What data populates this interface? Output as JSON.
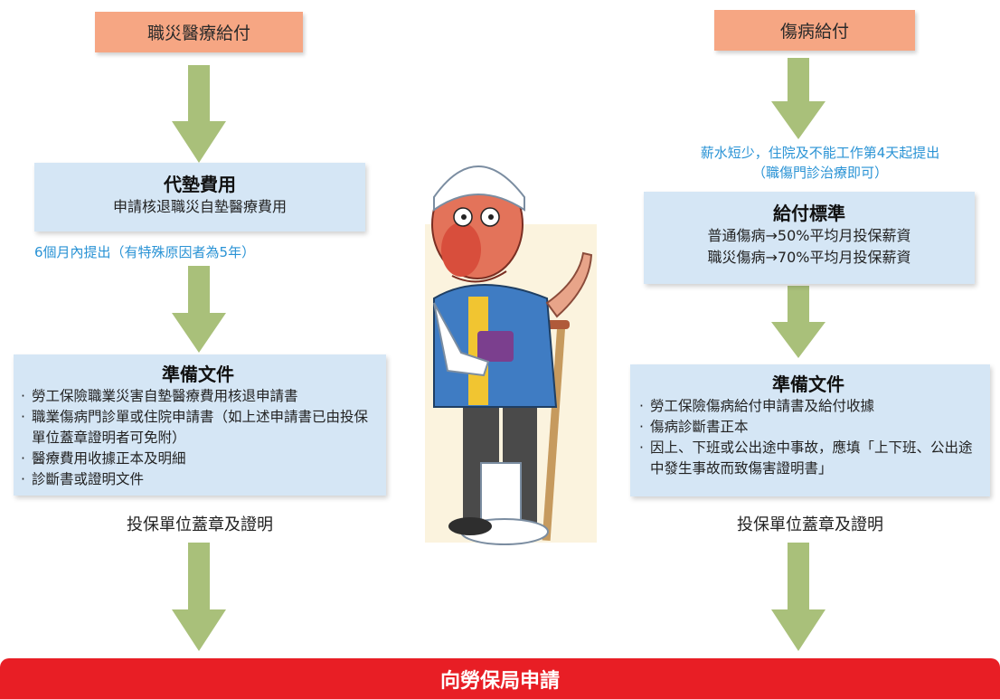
{
  "left": {
    "top_label": "職災醫療給付",
    "box1": {
      "title": "代墊費用",
      "subtitle": "申請核退職災自墊醫療費用"
    },
    "note": "6個月內提出（有特殊原因者為5年）",
    "box2": {
      "title": "準備文件",
      "items": [
        "勞工保險職業災害自墊醫療費用核退申請書",
        "職業傷病門診單或住院申請書（如上述申請書已由投保單位蓋章證明者可免附）",
        "醫療費用收據正本及明細",
        "診斷書或證明文件"
      ]
    },
    "stamp": "投保單位蓋章及證明"
  },
  "right": {
    "top_label": "傷病給付",
    "note_line1": "薪水短少，住院及不能工作第4天起提出",
    "note_line2": "（職傷門診治療即可）",
    "box1": {
      "title": "給付標準",
      "line1": "普通傷病→50%平均月投保薪資",
      "line2": "職災傷病→70%平均月投保薪資"
    },
    "box2": {
      "title": "準備文件",
      "items": [
        "勞工保險傷病給付申請書及給付收據",
        "傷病診斷書正本",
        "因上、下班或公出途中事故，應填「上下班、公出途中發生事故而致傷害證明書」"
      ]
    },
    "stamp": "投保單位蓋章及證明"
  },
  "banner": "向勞保局申請",
  "colors": {
    "tag": "#f6a683",
    "box": "#d5e6f5",
    "arrow": "#a9c07a",
    "note": "#2a93d5",
    "banner": "#e81e25"
  }
}
